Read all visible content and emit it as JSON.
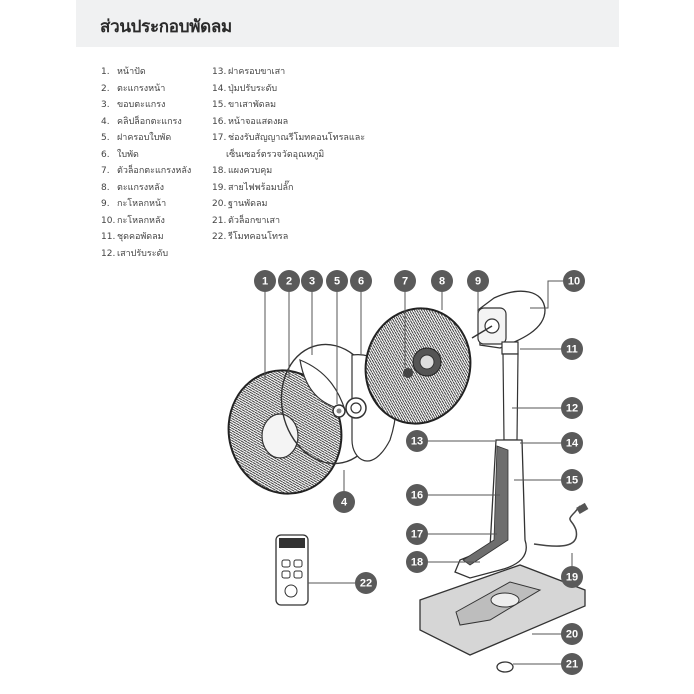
{
  "header": {
    "title": "ส่วนประกอบพัดลม"
  },
  "parts": [
    {
      "num": "1.",
      "label": "หน้าปัด"
    },
    {
      "num": "2.",
      "label": "ตะแกรงหน้า"
    },
    {
      "num": "3.",
      "label": "ขอบตะแกรง"
    },
    {
      "num": "4.",
      "label": "คลิปล็อกตะแกรง"
    },
    {
      "num": "5.",
      "label": "ฝาครอบใบพัด"
    },
    {
      "num": "6.",
      "label": "ใบพัด"
    },
    {
      "num": "7.",
      "label": "ตัวล็อกตะแกรงหลัง"
    },
    {
      "num": "8.",
      "label": "ตะแกรงหลัง"
    },
    {
      "num": "9.",
      "label": "กะโหลกหน้า"
    },
    {
      "num": "10.",
      "label": "กะโหลกหลัง"
    },
    {
      "num": "11.",
      "label": "ชุดคอพัดลม"
    },
    {
      "num": "12.",
      "label": "เสาปรับระดับ"
    },
    {
      "num": "13.",
      "label": "ฝาครอบขาเสา"
    },
    {
      "num": "14.",
      "label": "ปุ่มปรับระดับ"
    },
    {
      "num": "15.",
      "label": "ขาเสาพัดลม"
    },
    {
      "num": "16.",
      "label": "หน้าจอแสดงผล"
    },
    {
      "num": "17.",
      "label": "ช่องรับสัญญาณรีโมทคอนโทรลและ",
      "continuation": "เซ็นเซอร์ตรวจวัดอุณหภูมิ"
    },
    {
      "num": "18.",
      "label": "แผงควบคุม"
    },
    {
      "num": "19.",
      "label": "สายไฟพร้อมปลั๊ก"
    },
    {
      "num": "20.",
      "label": "ฐานพัดลม"
    },
    {
      "num": "21.",
      "label": "ตัวล็อกขาเสา"
    },
    {
      "num": "22.",
      "label": "รีโมทคอนโทรล"
    }
  ],
  "callouts": [
    "1",
    "2",
    "3",
    "4",
    "5",
    "6",
    "7",
    "8",
    "9",
    "10",
    "11",
    "12",
    "13",
    "14",
    "15",
    "16",
    "17",
    "18",
    "19",
    "20",
    "21",
    "22"
  ],
  "colors": {
    "badge": "#5a5a5a",
    "header_bg": "#f0f1f2",
    "base_fill": "#d4d4d4",
    "display_fill": "#707070"
  }
}
